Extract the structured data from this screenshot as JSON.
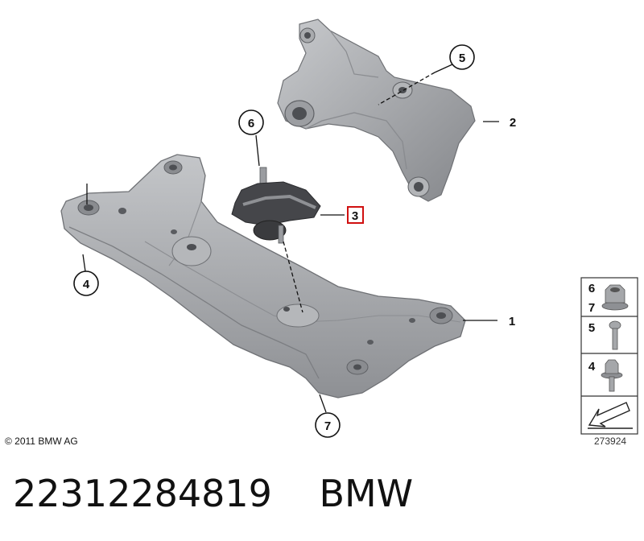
{
  "copyright": "© 2011 BMW AG",
  "diagram_id": "273924",
  "caption": {
    "part_number": "22312284819",
    "brand": "BMW"
  },
  "callouts": {
    "c1": "1",
    "c2": "2",
    "c3": "3",
    "c4": "4",
    "c5": "5",
    "c6": "6",
    "c7": "7"
  },
  "hardware_panel": {
    "nut_top_label": "6",
    "nut_bottom_label": "7",
    "bolt_label": "5",
    "flange_bolt_label": "4"
  },
  "colors": {
    "part_gray": "#a9abae",
    "part_dark": "#7d7f83",
    "highlight_box": "#d01010",
    "mount_dark": "#3a3b3e"
  }
}
